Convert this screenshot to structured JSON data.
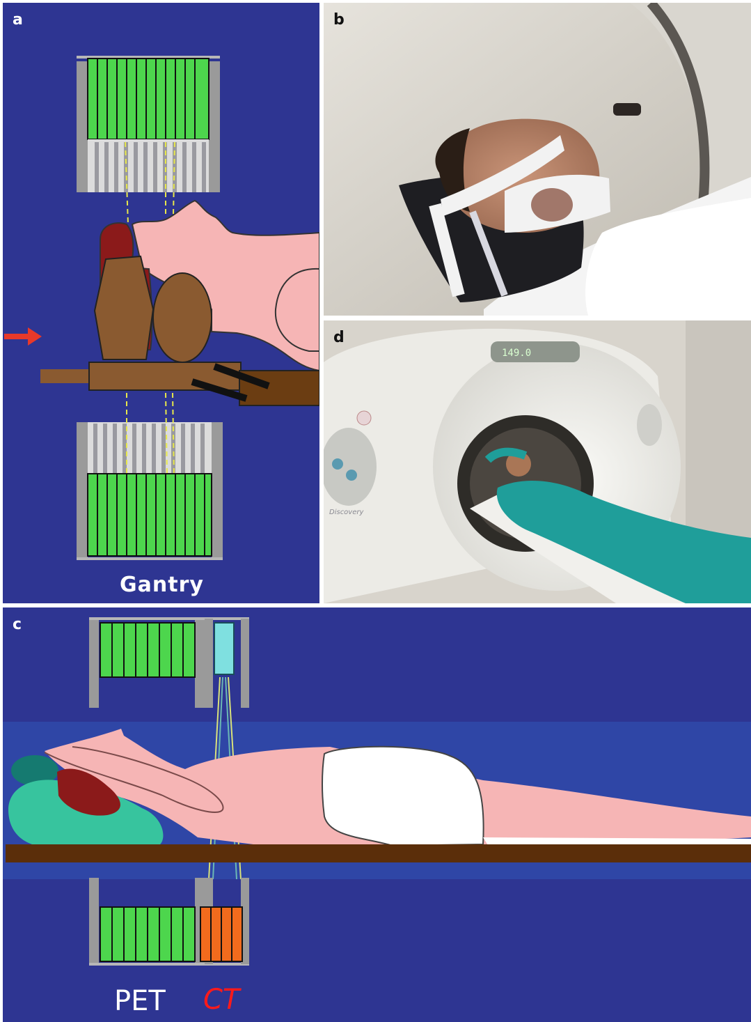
{
  "panels": {
    "a": {
      "letter": "a",
      "caption": "Gantry"
    },
    "b": {
      "letter": "b"
    },
    "c": {
      "letter": "c",
      "label_pet": "PET",
      "label_ct": "CT"
    },
    "d": {
      "letter": "d",
      "scanner_text": "Discovery",
      "display_text": "149.0"
    }
  },
  "colors": {
    "diagram_bg": "#2e3592",
    "detector_green": "#4dd64d",
    "detector_gray": "#9a9a9a",
    "ct_orange": "#f26b1d",
    "ct_tube": "#7fe0e0",
    "skin": "#f6b5b5",
    "head_support": "#8a5a30",
    "table": "#6b3d12",
    "arrow": "#e8392a"
  }
}
